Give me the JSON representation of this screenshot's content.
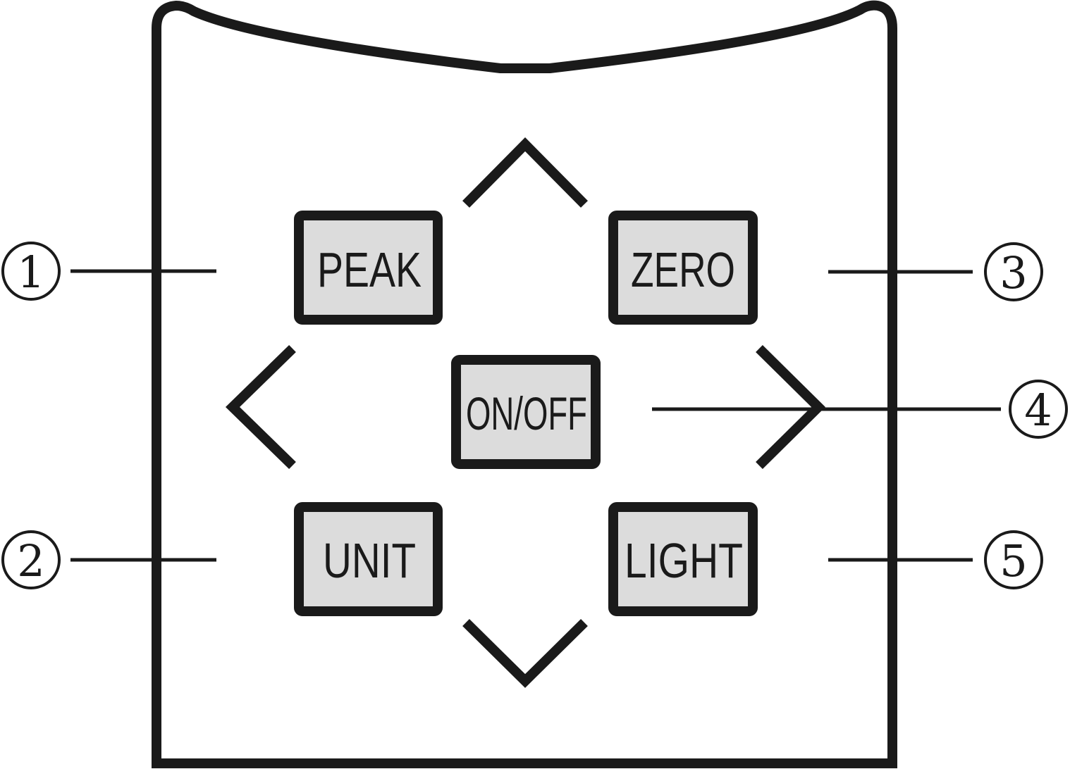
{
  "buttons": {
    "peak": {
      "label": "PEAK"
    },
    "zero": {
      "label": "ZERO"
    },
    "onoff": {
      "label": "ON/OFF"
    },
    "unit": {
      "label": "UNIT"
    },
    "light": {
      "label": "LIGHT"
    }
  },
  "callouts": [
    {
      "number": "1",
      "target": "PEAK"
    },
    {
      "number": "2",
      "target": "UNIT"
    },
    {
      "number": "3",
      "target": "ZERO"
    },
    {
      "number": "4",
      "target": "ON/OFF"
    },
    {
      "number": "5",
      "target": "LIGHT"
    }
  ],
  "arrows": [
    "up",
    "down",
    "left",
    "right"
  ],
  "colors": {
    "outline": "#1a1a1a",
    "button_fill": "#dcdcdc",
    "background": "#ffffff"
  }
}
